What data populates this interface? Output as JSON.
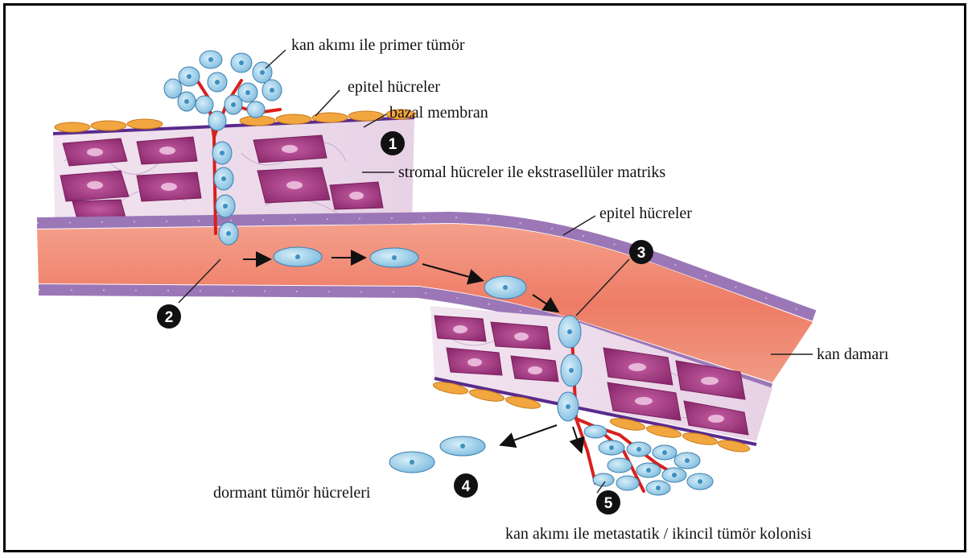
{
  "labels": {
    "primary_tumor": "kan akımı ile primer tümör",
    "epithelial_top": "epitel hücreler",
    "basal_membrane": "bazal membran",
    "stromal": "stromal hücreler ile ekstrasellüler matriks",
    "epithelial_vessel": "epitel hücreler",
    "blood_vessel": "kan damarı",
    "dormant": "dormant tümör hücreleri",
    "metastatic": "kan akımı ile metastatik / ikincil tümör kolonisi"
  },
  "steps": [
    "1",
    "2",
    "3",
    "4",
    "5"
  ],
  "colors": {
    "tumor_cell": "#8ec9e6",
    "tumor_nucleus": "#3f8fc1",
    "stromal_cell": "#a63a83",
    "stroma_bg": "#ecd8ea",
    "vessel_lumen": "#f07e68",
    "vessel_wall": "#9b77b7",
    "epithelium": "#f2a640",
    "blood": "#d8201c"
  }
}
